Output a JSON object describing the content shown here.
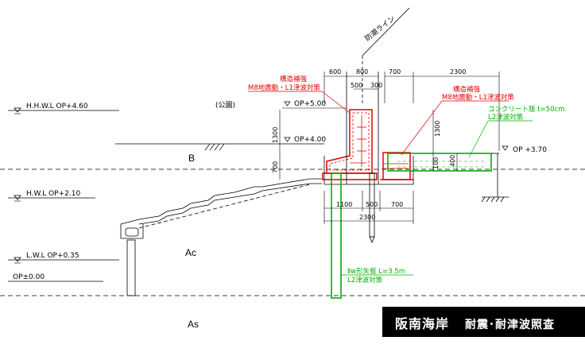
{
  "levels": {
    "hhwl": "H.H.W.L OP+4.60",
    "hwl": "H.W.L OP+2.10",
    "lwl": "L.W.L OP+0.35",
    "op0": "OP±0.00",
    "op500": "OP+5.00",
    "op400": "OP+4.00",
    "op370": "OP +3.70"
  },
  "labels": {
    "bousai_line": "防潮ライン",
    "park": "(公園)",
    "soil_b": "B",
    "soil_ac": "Ac",
    "soil_as": "As"
  },
  "annotations": {
    "left_red_1": "構造補強",
    "left_red_2": "M8地震動・L1津波対策",
    "right_red_1": "構造補強",
    "right_red_2": "M8地震動・L1津波対策",
    "green_top_1": "コンクリート版 t=50cm",
    "green_top_2": "L2津波対策",
    "green_bottom_1": "Ⅱw形矢板 L=3.5m",
    "green_bottom_2": "L2津波対策"
  },
  "dimensions": {
    "d600": "600",
    "d800": "800",
    "d500": "500",
    "d300": "300",
    "d700_top": "700",
    "d2300_top": "2300",
    "d1300_left": "1300",
    "d1300_right": "1300",
    "d700_left": "700",
    "d100": "100",
    "d400": "400",
    "d1100": "1100",
    "d500_bot": "500",
    "d700_bot": "700",
    "d2300_bot": "2300"
  },
  "title": {
    "main": "阪南海岸",
    "sub": "耐震･耐津波照査"
  },
  "colors": {
    "red": "#e60000",
    "green": "#00b000",
    "black": "#000000",
    "title_bg": "#000000"
  }
}
